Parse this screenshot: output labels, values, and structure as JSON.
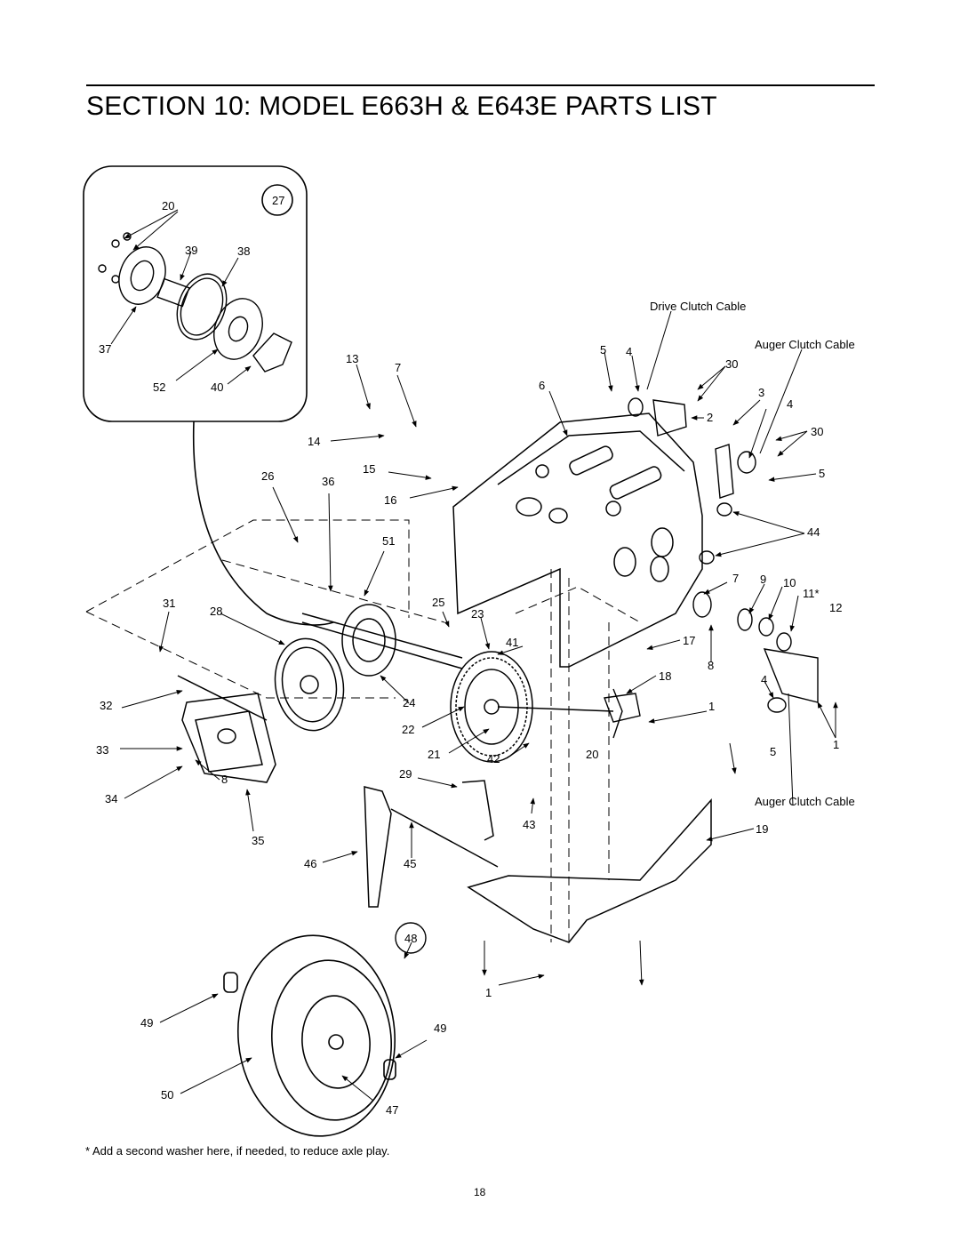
{
  "header": {
    "title": "SECTION 10:  MODEL E663H & E643E PARTS LIST"
  },
  "diagram": {
    "inset_callouts": {
      "c27": "27",
      "c20": "20",
      "c39": "39",
      "c38": "38",
      "c37": "37",
      "c52": "52",
      "c40": "40"
    },
    "callouts": {
      "c13": "13",
      "c7a": "7",
      "c14": "14",
      "c26": "26",
      "c36": "36",
      "c15": "15",
      "c16": "16",
      "c51": "51",
      "c31": "31",
      "c28": "28",
      "c25": "25",
      "c23": "23",
      "c41": "41",
      "c32": "32",
      "c24": "24",
      "c22": "22",
      "c21": "21",
      "c42": "42",
      "c33": "33",
      "c8a": "8",
      "c34": "34",
      "c35": "35",
      "c29": "29",
      "c46": "46",
      "c45": "45",
      "c43": "43",
      "c20b": "20",
      "c5a": "5",
      "c4a": "4",
      "c6": "6",
      "c30a": "30",
      "c3": "3",
      "c4b": "4",
      "c2": "2",
      "c30b": "30",
      "c5b": "5",
      "c44": "44",
      "c7b": "7",
      "c9": "9",
      "c10": "10",
      "c11": "11*",
      "c12": "12",
      "c17": "17",
      "c8b": "8",
      "c18": "18",
      "c4c": "4",
      "c1a": "1",
      "c1b": "1",
      "c5c": "5",
      "c19": "19",
      "c48": "48",
      "c1c": "1",
      "c49a": "49",
      "c49b": "49",
      "c50": "50",
      "c47": "47"
    },
    "cable_labels": {
      "drive_clutch": "Drive Clutch Cable",
      "auger_clutch_top": "Auger Clutch Cable",
      "auger_clutch_bottom": "Auger Clutch Cable"
    }
  },
  "footnote": "* Add a second washer here, if needed, to reduce axle play.",
  "page_number": "18"
}
